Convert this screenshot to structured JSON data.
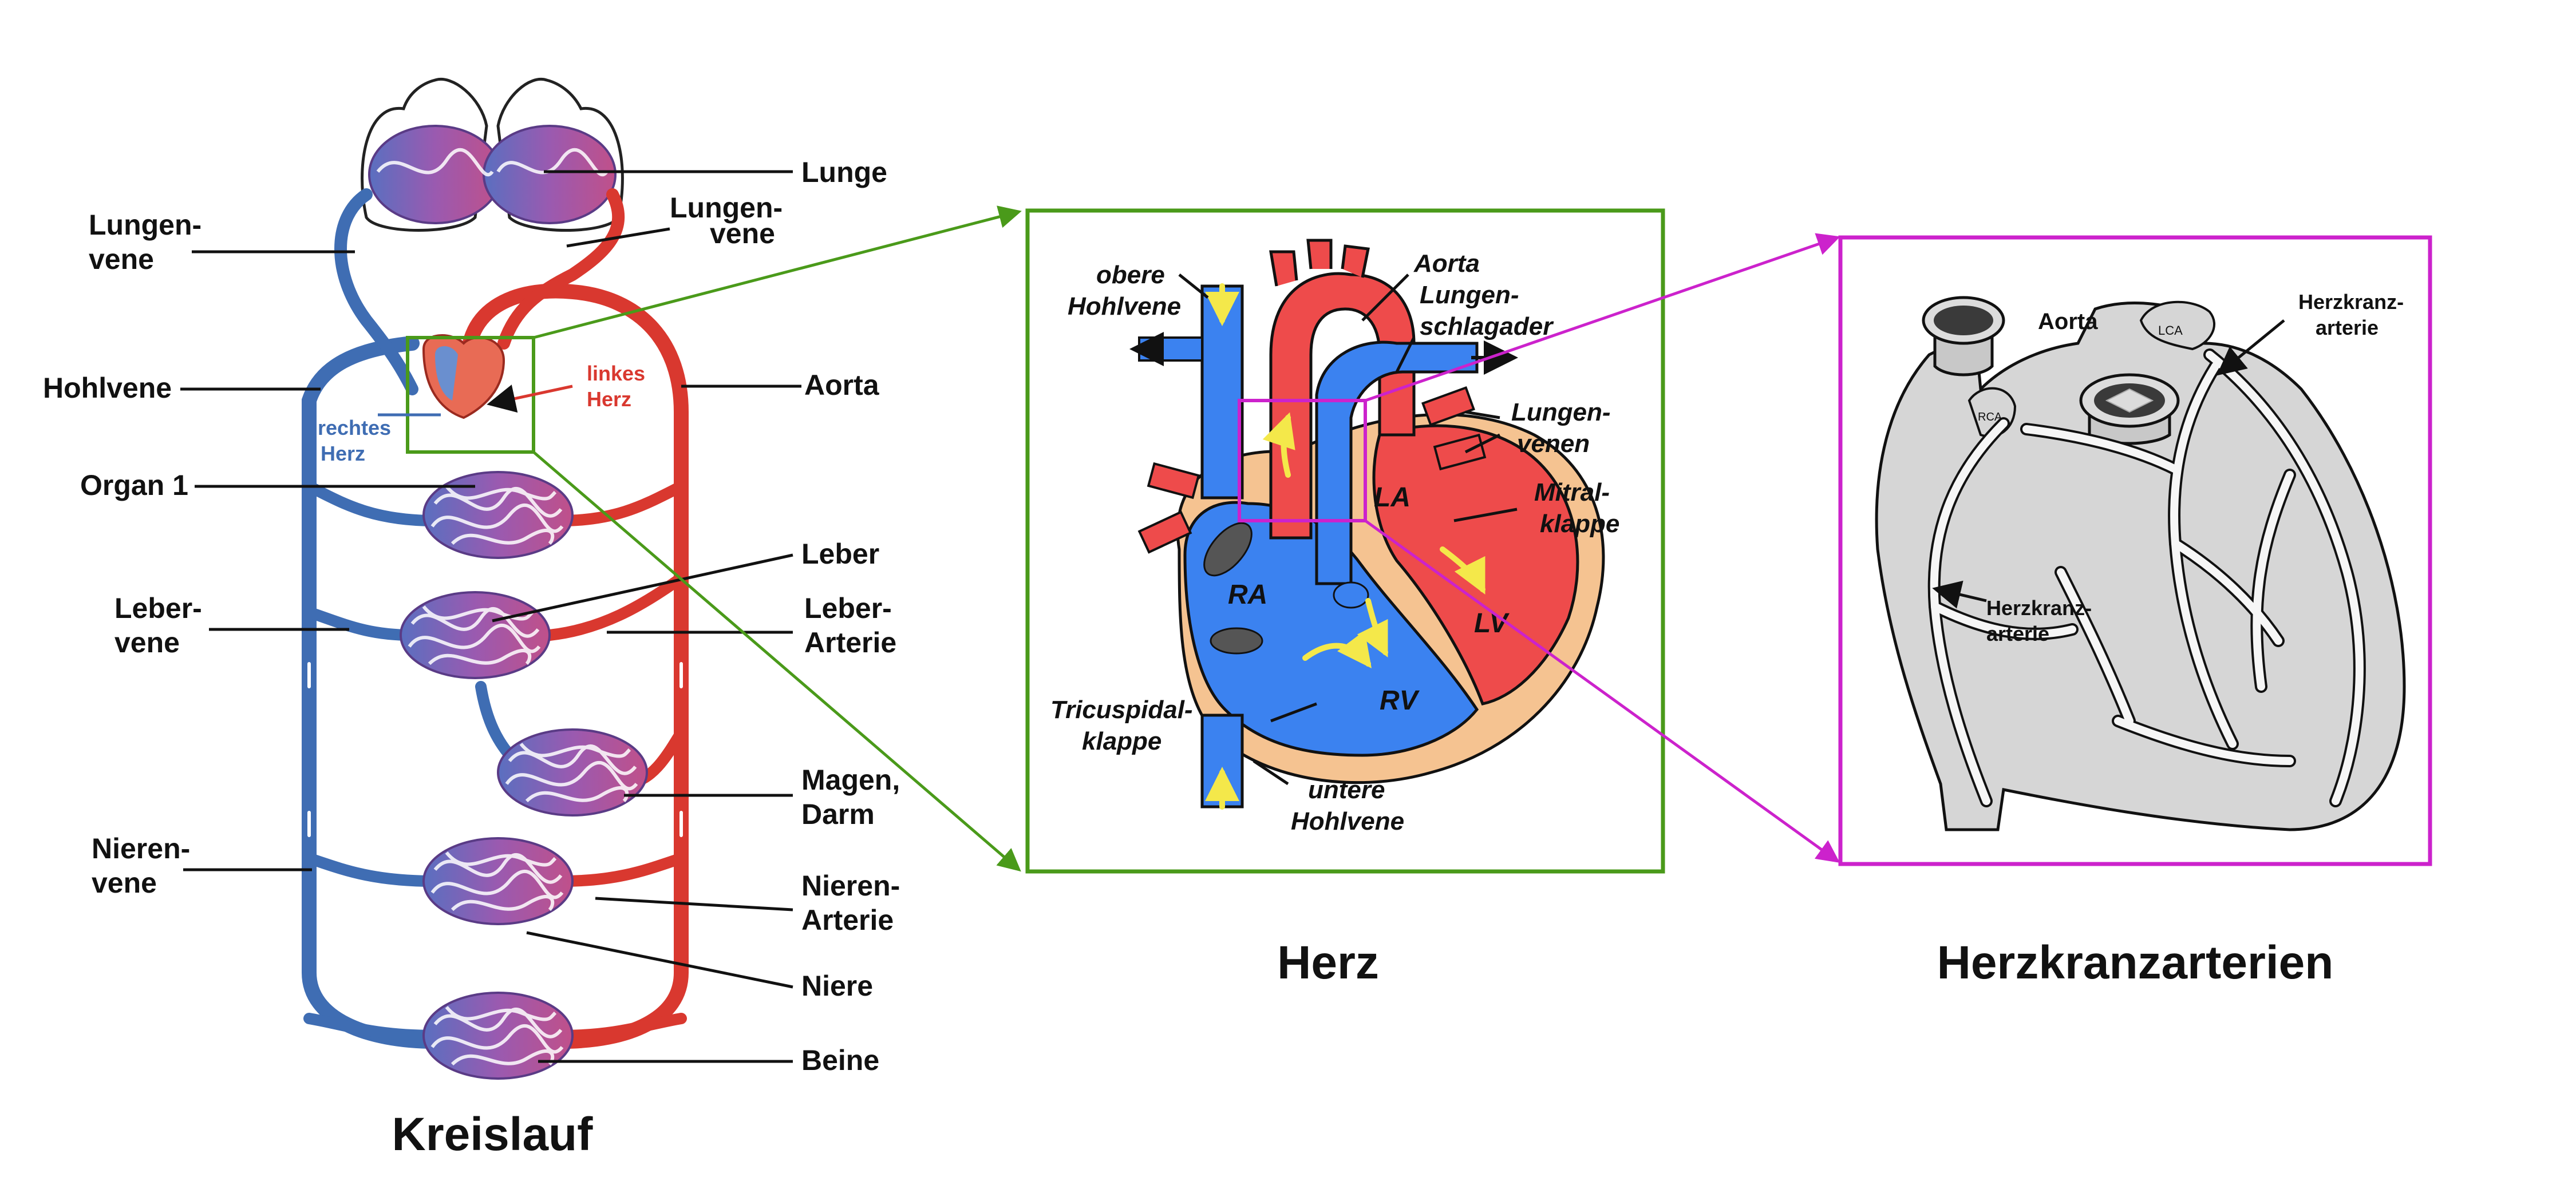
{
  "panels": {
    "kreislauf": {
      "title": "Kreislauf",
      "labels": {
        "lungenvene_left_1": "Lungen-",
        "lungenvene_left_2": "vene",
        "lunge": "Lunge",
        "lungenvene_right_1": "Lungen-",
        "lungenvene_right_2": "vene",
        "hohlvene": "Hohlvene",
        "aorta": "Aorta",
        "linkes_herz_1": "linkes",
        "linkes_herz_2": "Herz",
        "rechtes_herz_1": "rechtes",
        "rechtes_herz_2": "Herz",
        "organ1": "Organ 1",
        "leber": "Leber",
        "lebervene_1": "Leber-",
        "lebervene_2": "vene",
        "leberarterie_1": "Leber-",
        "leberarterie_2": "Arterie",
        "magen_1": "Magen,",
        "magen_2": "Darm",
        "nierenvene_1": "Nieren-",
        "nierenvene_2": "vene",
        "nierenarterie_1": "Nieren-",
        "nierenarterie_2": "Arterie",
        "niere": "Niere",
        "beine": "Beine"
      }
    },
    "herz": {
      "title": "Herz",
      "labels": {
        "obere_hohlvene_1": "obere",
        "obere_hohlvene_2": "Hohlvene",
        "aorta": "Aorta",
        "lungenschlagader_1": "Lungen-",
        "lungenschlagader_2": "schlagader",
        "lungenvenen_1": "Lungen-",
        "lungenvenen_2": "venen",
        "mitralklappe_1": "Mitral-",
        "mitralklappe_2": "klappe",
        "tricuspidalklappe_1": "Tricuspidal-",
        "tricuspidalklappe_2": "klappe",
        "untere_hohlvene_1": "untere",
        "untere_hohlvene_2": "Hohlvene",
        "ra": "RA",
        "la": "LA",
        "rv": "RV",
        "lv": "LV"
      }
    },
    "herzkranzarterien": {
      "title": "Herzkranzarterien",
      "labels": {
        "aorta": "Aorta",
        "herzkranzarterie_top_1": "Herzkranz-",
        "herzkranzarterie_top_2": "arterie",
        "herzkranzarterie_mid_1": "Herzkranz-",
        "herzkranzarterie_mid_2": "arterie",
        "lca": "LCA",
        "rca": "RCA"
      }
    }
  },
  "colors": {
    "artery": "#d9382f",
    "vein": "#3f6db3",
    "capillary": "#8a5aa8",
    "heart_blue": "#3b82f0",
    "heart_red": "#ee4b4b",
    "myocard": "#f5c391",
    "zoom_green": "#4a9a1a",
    "zoom_magenta": "#cc22cc",
    "flow_arrow": "#f4e84a",
    "coronary_fill": "#d6d6d6"
  }
}
